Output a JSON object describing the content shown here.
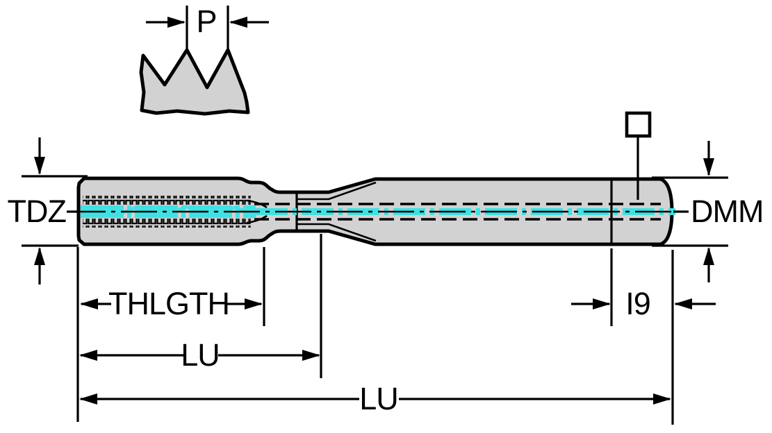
{
  "drawing": {
    "title": "tap-dimension-drawing",
    "labels": {
      "pitch": "P",
      "thread_dia": "TDZ",
      "shank_dia": "DMM",
      "thread_length": "THLGTH",
      "usable_length": "LU",
      "overall_length": "LU",
      "square_length": "I9"
    },
    "symbols": {
      "square_drive": "square-drive-icon"
    },
    "colors": {
      "centerline_highlight": "#3FE2E4",
      "body_fill": "#D2D2D2",
      "line": "#000000",
      "background": "#FFFFFF"
    }
  }
}
